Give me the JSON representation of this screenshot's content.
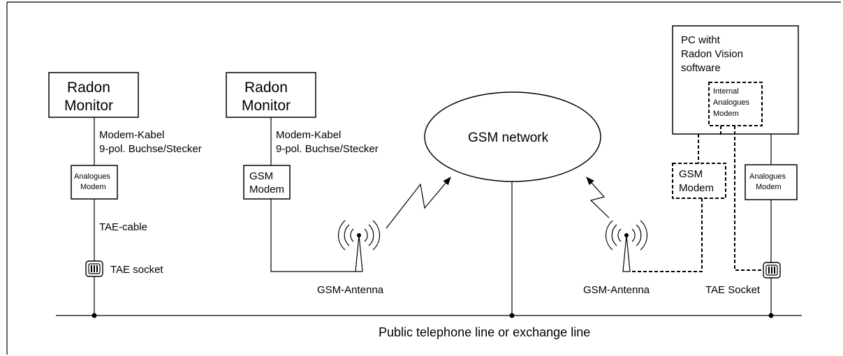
{
  "monitor_left": {
    "line1": "Radon",
    "line2": "Monitor"
  },
  "monitor_mid": {
    "line1": "Radon",
    "line2": "Monitor"
  },
  "cable_left": {
    "line1": "Modem-Kabel",
    "line2": "9-pol. Buchse/Stecker"
  },
  "cable_mid": {
    "line1": "Modem-Kabel",
    "line2": "9-pol. Buchse/Stecker"
  },
  "modem_analog_left": {
    "line1": "Analogues",
    "line2": "Modem"
  },
  "modem_gsm_mid": {
    "line1": "GSM",
    "line2": "Modem"
  },
  "tae_cable_label": "TAE-cable",
  "tae_socket_left_label": "TAE socket",
  "gsm_network_label": "GSM network",
  "antenna_mid_label": "GSM-Antenna",
  "antenna_right_label": "GSM-Antenna",
  "pc": {
    "line1": "PC witht",
    "line2": "Radon Vision",
    "line3": "software"
  },
  "internal_modem": {
    "line1": "Internal",
    "line2": "Analogues",
    "line3": "Modem"
  },
  "modem_gsm_right": {
    "line1": "GSM",
    "line2": "Modem"
  },
  "modem_analog_right": {
    "line1": "Analogues",
    "line2": "Modem"
  },
  "tae_socket_right_label": "TAE Socket",
  "public_line_label": "Public telephone line or exchange line"
}
